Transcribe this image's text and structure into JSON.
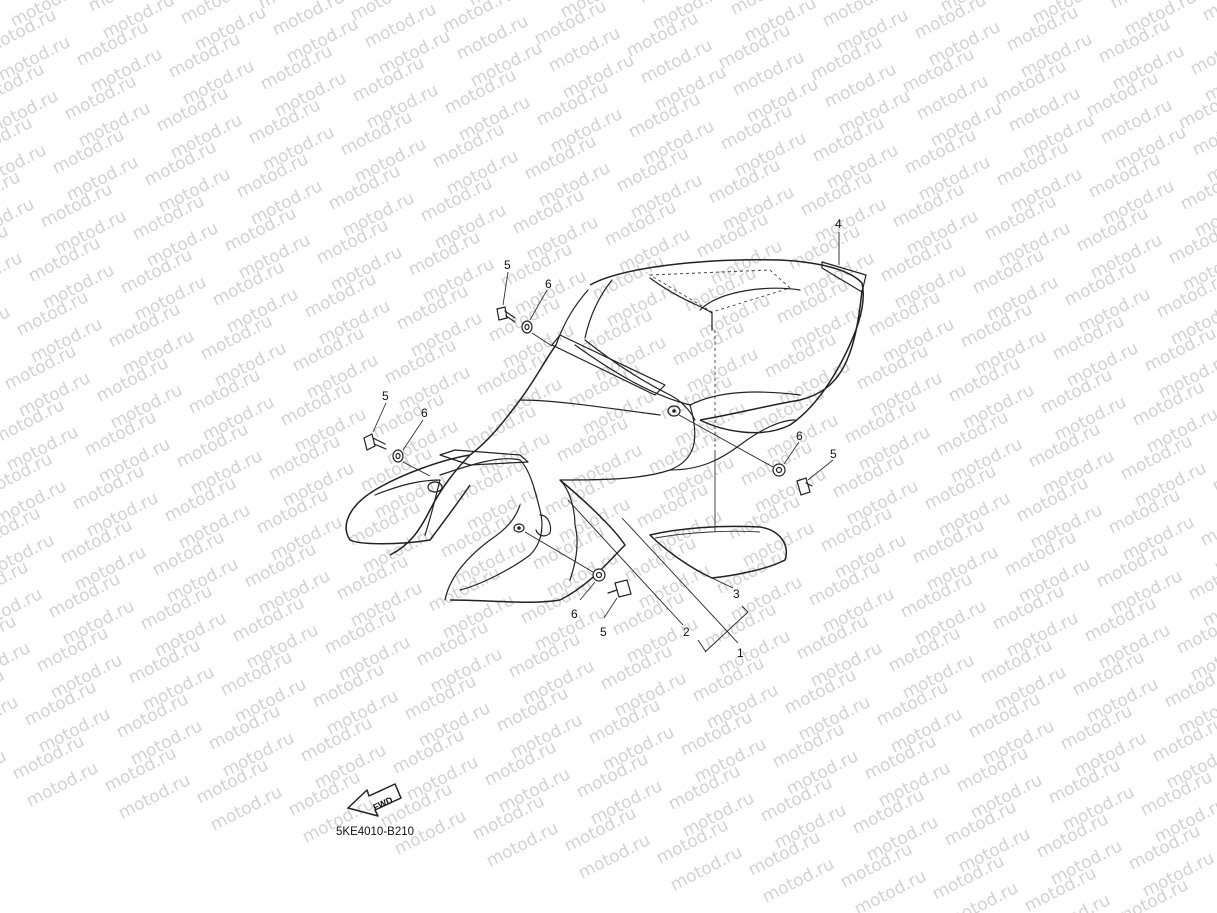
{
  "watermark": {
    "text": "motod.ru"
  },
  "callouts": {
    "c1": "1",
    "c2": "2",
    "c3": "3",
    "c4": "4",
    "bolt_label": "5",
    "grommet_label": "6"
  },
  "fwd_arrow": {
    "label": "FWD"
  },
  "diagram_code": "5KE4010-B210"
}
